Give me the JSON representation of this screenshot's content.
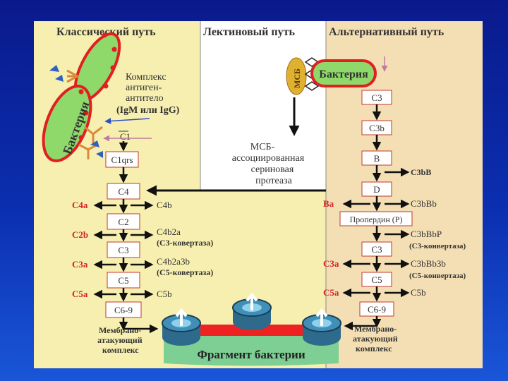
{
  "headers": {
    "classic": "Классический путь",
    "lectin": "Лектиновый путь",
    "alternative": "Альтернативный путь"
  },
  "classic": {
    "bacteria_label": "Бактерия",
    "complex_label": [
      "Комплекс",
      "антиген-",
      "антитело",
      "(IgM или IgG)"
    ],
    "c1": "C1",
    "c1qrs": "C1qrs",
    "chain": [
      "C4",
      "C2",
      "C3",
      "C5",
      "C6-9"
    ],
    "left": [
      "C4a",
      "C2b",
      "C3a",
      "C5a"
    ],
    "right": [
      "C4b",
      "C4b2a",
      "C3-ковертаза)",
      "C4b2a3b",
      "(C5-ковертаза)",
      "C5b"
    ],
    "right_c3_conv_prefix": "(C3-ковертаза)",
    "membrane": [
      "Мембрано-",
      "атакующий",
      "комплекс"
    ]
  },
  "lectin": {
    "msb": "МСБ",
    "bacteria_label": "Бактерия",
    "protease": [
      "МСБ-",
      "ассоциированная",
      "сериновая",
      "протеаза"
    ]
  },
  "alternative": {
    "chain": [
      "C3",
      "C3b",
      "B",
      "D",
      "C3",
      "C5",
      "C6-9"
    ],
    "properdin": "Пропердин (P)",
    "right": [
      "C3bB",
      "C3bBb",
      "C3bBbP",
      "(C3-конвертаза)",
      "C3bBb3b",
      "(C5-конвертаза)",
      "C5b"
    ],
    "left": [
      "Ba",
      "C3a",
      "C5a"
    ],
    "membrane": [
      "Мембрано-",
      "атакующий",
      "комплекс"
    ]
  },
  "fragment": "Фрагмент бактерии",
  "colors": {
    "classic_bg": "#f7efb0",
    "alt_bg": "#f4dfb4",
    "lectin_bg": "#ffffff",
    "bacteria_fill": "#8ed96a",
    "bacteria_border": "#e02020",
    "red_label": "#d32222",
    "box_border": "#c0392b",
    "fragment_fill": "#7dcf93",
    "pore": "#2d6a8c"
  }
}
